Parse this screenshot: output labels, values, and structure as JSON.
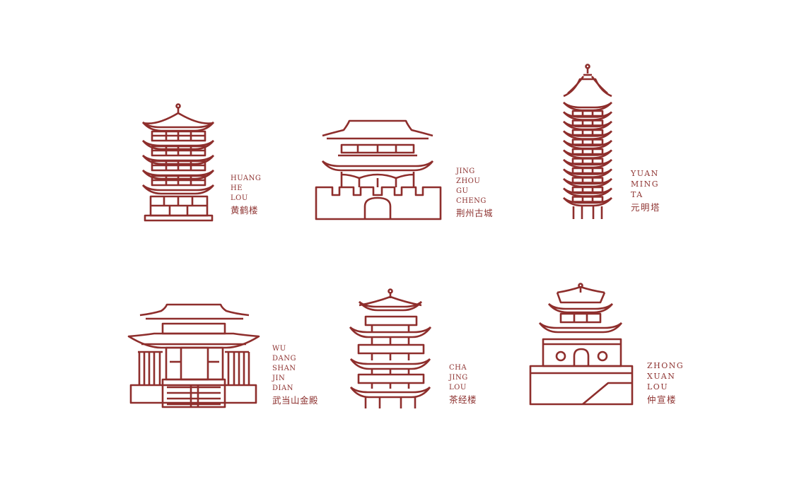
{
  "colors": {
    "line": "#8e2e2c",
    "background": "#ffffff"
  },
  "landmarks": [
    {
      "en": [
        "HUANG",
        "HE",
        "LOU"
      ],
      "zh": "黄鹤楼"
    },
    {
      "en": [
        "JING",
        "ZHOU",
        "GU",
        "CHENG"
      ],
      "zh": "荆州古城"
    },
    {
      "en": [
        "YUAN",
        "MING",
        "TA"
      ],
      "zh": "元明塔"
    },
    {
      "en": [
        "WU",
        "DANG",
        "SHAN",
        "JIN",
        "DIAN"
      ],
      "zh": "武当山金殿"
    },
    {
      "en": [
        "CHA",
        "JING",
        "LOU"
      ],
      "zh": "茶经楼"
    },
    {
      "en": [
        "ZHONG",
        "XUAN",
        "LOU"
      ],
      "zh": "仲宣楼"
    }
  ]
}
